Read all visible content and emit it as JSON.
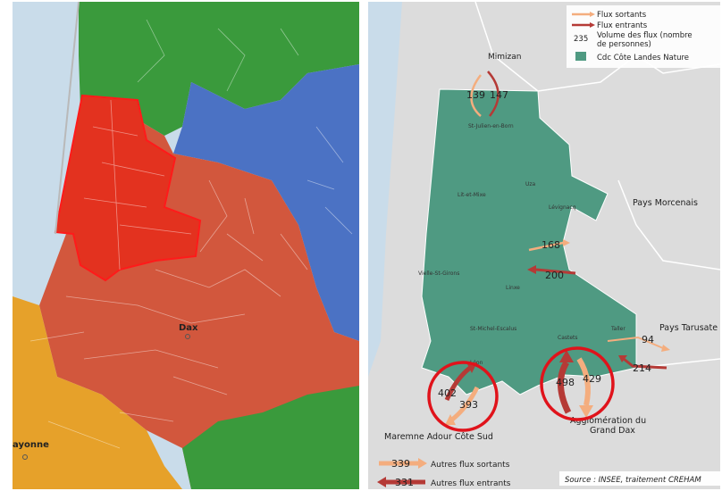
{
  "left_map": {
    "city_dax": "Dax",
    "city_bayonne": "ayonne",
    "colors": {
      "sea": "#c9dcea",
      "green": "#3a9a3c",
      "blue": "#4b72c4",
      "salmon": "#d2573d",
      "highlight": "#e3321f",
      "orange": "#e6a12a"
    }
  },
  "right_map": {
    "legend": {
      "outgoing": "Flux sortants",
      "incoming": "Flux entrants",
      "volume_value": "235",
      "volume_label_line1": "Volume des flux (nombre",
      "volume_label_line2": "de personnes)",
      "cdc": "Cdc Côte Landes Nature"
    },
    "regions": {
      "mimizan": "Mimizan",
      "pays_morcenais": "Pays Morcenais",
      "pays_tarusate": "Pays Tarusate",
      "maremne": "Maremne Adour Côte Sud",
      "agglo_line1": "Agglomération du",
      "agglo_line2": "Grand Dax"
    },
    "communes": {
      "st_julien": "St-Julien-en-Born",
      "uza": "Uza",
      "lit_et_mixe": "Lit-et-Mixe",
      "levignacq": "Lévignacq",
      "vielle": "Vielle-St-Girons",
      "linxe": "Linxe",
      "st_michel": "St-Michel-Escalus",
      "castets": "Castets",
      "taller": "Taller",
      "leon": "Léon"
    },
    "flows": {
      "north_out": "139",
      "north_in": "147",
      "east_out": "168",
      "east_in": "200",
      "tarusate_out": "94",
      "tarusate_in": "214",
      "maremne_in": "402",
      "maremne_out": "393",
      "dax_in": "498",
      "dax_out": "429"
    },
    "other_flows": {
      "out_value": "339",
      "out_label": "Autres flux sortants",
      "in_value": "331",
      "in_label": "Autres flux entrants"
    },
    "source": "Source : INSEE, traitement CREHAM",
    "colors": {
      "cdc": "#4f9a82",
      "land": "#dcdcdc",
      "sea": "#c9dcea",
      "outgoing": "#f4ad7e",
      "incoming": "#b53a36",
      "circle": "#e0131b"
    }
  }
}
